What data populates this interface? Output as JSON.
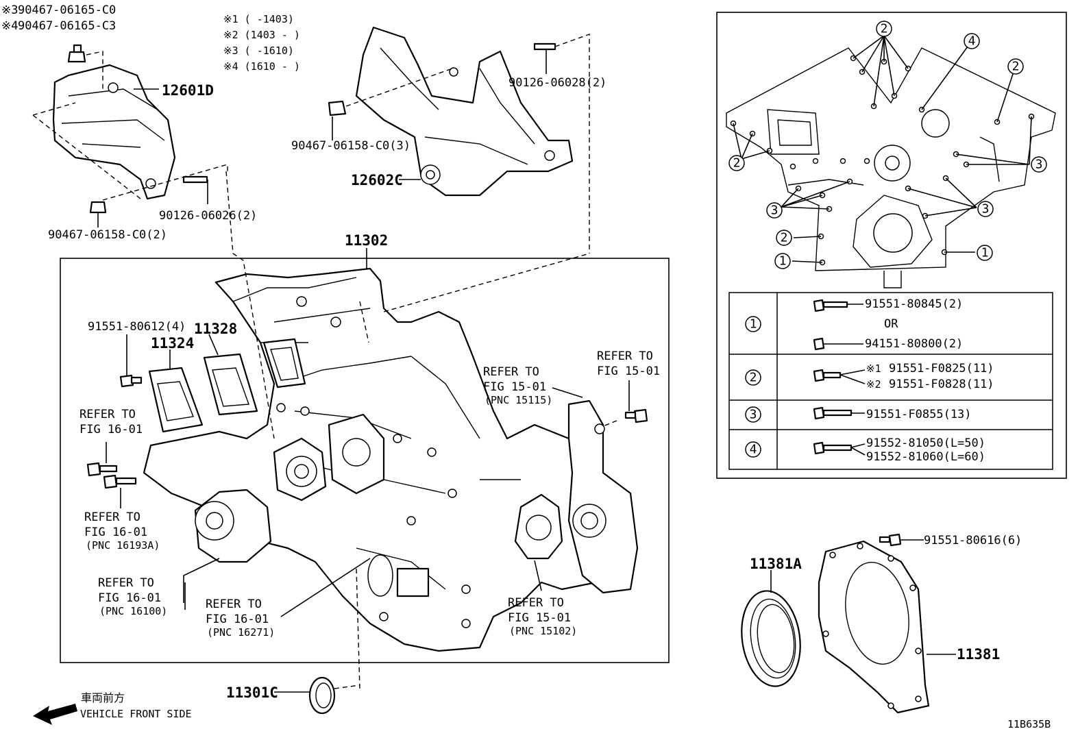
{
  "notes": {
    "star3": "※3",
    "star3_part": "90467-06165-C0",
    "star4": "※4",
    "star4_part": "90467-06165-C3",
    "range1": "※1 (      -1403)",
    "range2": "※2 (1403 -      )",
    "range3": "※3 (      -1610)",
    "range4": "※4 (1610 -      )"
  },
  "labels": {
    "p12601D": "12601D",
    "p90126_06026": "90126-06026(2)",
    "p90467_06158_2": "90467-06158-C0(2)",
    "p90126_06028": "90126-06028(2)",
    "p90467_06158_3": "90467-06158-C0(3)",
    "p12602C": "12602C",
    "p11302": "11302",
    "p91551_80612": "91551-80612(4)",
    "p11324": "11324",
    "p11328": "11328",
    "p11301C": "11301C",
    "p11381A": "11381A",
    "p11381": "11381",
    "p91551_80616": "91551-80616(6)",
    "diagram_code": "11B635B"
  },
  "refs": {
    "refer_to": "REFER TO",
    "fig_16_01": "FIG 16-01",
    "fig_15_01": "FIG 15-01",
    "pnc_15115": "(PNC 15115)",
    "pnc_16193A": "(PNC 16193A)",
    "pnc_16100": "(PNC 16100)",
    "pnc_16271": "(PNC 16271)",
    "pnc_15102": "(PNC 15102)"
  },
  "front": {
    "jp": "車両前方",
    "en": "VEHICLE FRONT SIDE"
  },
  "callouts": [
    "1",
    "2",
    "3",
    "4"
  ],
  "bolt_table": {
    "rows": [
      {
        "key": "1",
        "line1": "91551-80845(2)",
        "or": "OR",
        "line2": "94151-80800(2)"
      },
      {
        "key": "2",
        "mark1": "※1",
        "line1": "91551-F0825(11)",
        "mark2": "※2",
        "line2": "91551-F0828(11)"
      },
      {
        "key": "3",
        "line1": "91551-F0855(13)"
      },
      {
        "key": "4",
        "line1": "91552-81050(L=50)",
        "line2": "91552-81060(L=60)"
      }
    ]
  }
}
